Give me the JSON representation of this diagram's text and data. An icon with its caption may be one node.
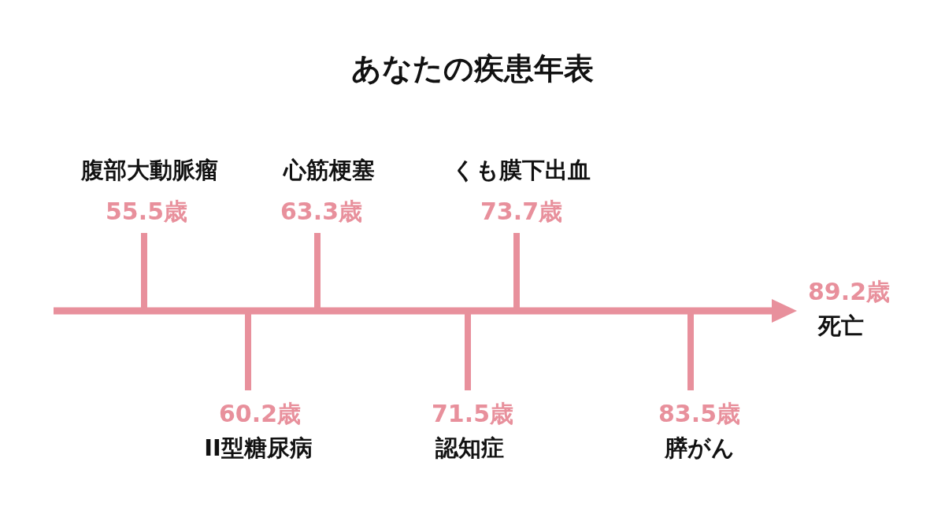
{
  "diagram": {
    "title": "あなたの疾患年表",
    "labels": [
      "腹部大動脈瘤",
      "55.5歳",
      "心筋梗塞",
      "63.3歳",
      "くも膜下出血",
      "73.7歳",
      "89.2歳",
      "死亡",
      "60.2歳",
      "II型糖尿病",
      "71.5歳",
      "認知症",
      "83.5歳",
      "膵がん"
    ]
  }
}
